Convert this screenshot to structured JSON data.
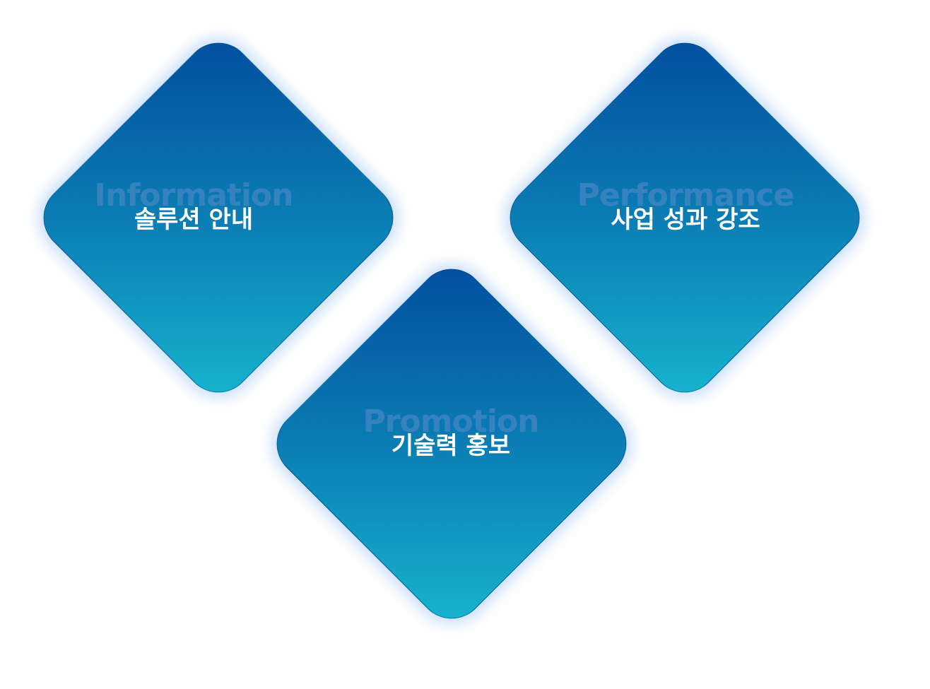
{
  "cards": [
    {
      "background_word": "Information",
      "label": "솔루션 안내"
    },
    {
      "background_word": "Performance",
      "label": "사업 성과 강조"
    },
    {
      "background_word": "Promotion",
      "label": "기술력 홍보"
    }
  ],
  "colors": {
    "gradient_top": "#024c9d",
    "gradient_bottom": "#17b6ce",
    "label_text": "#ffffff",
    "background": "#ffffff"
  }
}
